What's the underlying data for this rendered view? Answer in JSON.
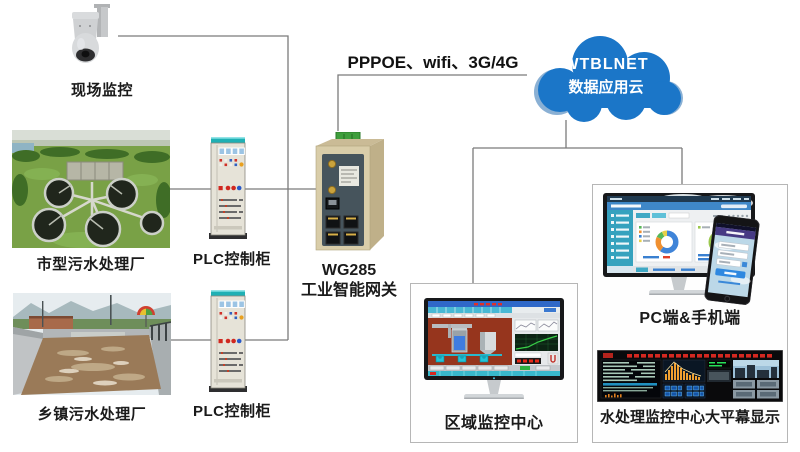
{
  "nodes": {
    "camera": {
      "label": "现场监控"
    },
    "plant_city": {
      "label": "市型污水处理厂"
    },
    "plant_town": {
      "label": "乡镇污水处理厂"
    },
    "plc_top": {
      "label": "PLC控制柜"
    },
    "plc_bottom": {
      "label": "PLC控制柜"
    },
    "gateway": {
      "model": "WG285",
      "label": "工业智能网关"
    },
    "uplink": {
      "label": "PPPOE、wifi、3G/4G"
    },
    "cloud": {
      "line1": "WTBLNET",
      "line2": "数据应用云"
    },
    "regional_center": {
      "label": "区域监控中心"
    },
    "clients": {
      "pc_mobile_label": "PC端&手机端",
      "big_screen_label": "水处理监控中心大平幕显示"
    }
  },
  "colors": {
    "cloud_blue": "#1b76c8",
    "cloud_edge": "#8ab0d4",
    "connector_gray": "#7b7b7b",
    "box_border": "#b6b6b6",
    "plc_teal": "#1fb0b4",
    "gateway_beige": "#d9cda9",
    "scada_background": "#96351d"
  }
}
